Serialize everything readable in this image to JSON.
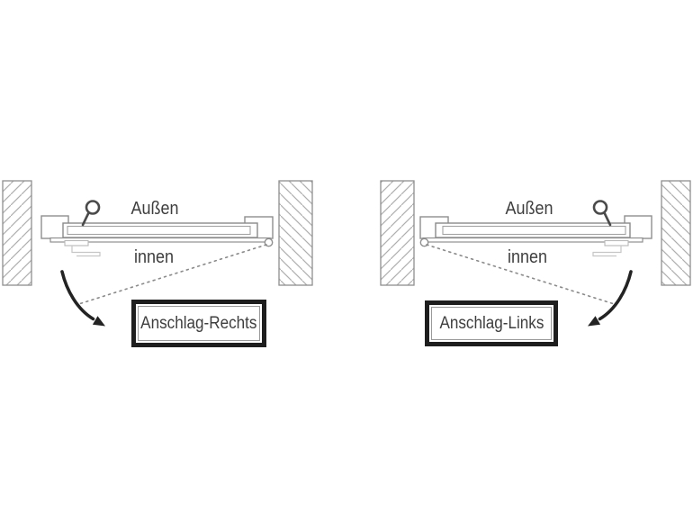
{
  "diagram": {
    "panels": [
      {
        "name": "anschlag-rechts",
        "outside_label": "Außen",
        "inside_label": "innen",
        "box_label": "Anschlag-Rechts"
      },
      {
        "name": "anschlag-links",
        "outside_label": "Außen",
        "inside_label": "innen",
        "box_label": "Anschlag-Links"
      }
    ],
    "icons": {
      "key": "key-icon",
      "hinge_pivot": "pivot-circle-icon",
      "swing_path": "dotted-swing-line",
      "swing_direction": "curved-arrow-icon",
      "wall": "hatched-wall"
    },
    "colors": {
      "background": "#ffffff",
      "drawing_line": "#8f8f8f",
      "hatch": "#aeaeae",
      "dark_line": "#4a4a4a",
      "arrow": "#232323",
      "box_border": "#1e1e1e",
      "text": "#3e3e3e"
    }
  }
}
